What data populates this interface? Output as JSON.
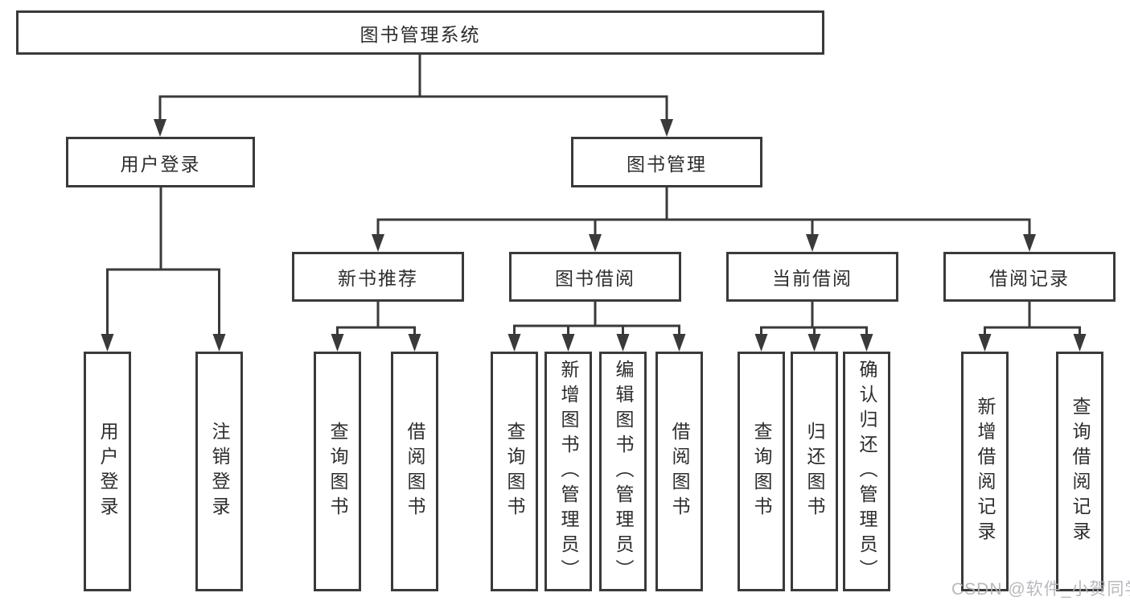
{
  "diagram": {
    "root": "图书管理系统",
    "user": {
      "label": "用户登录",
      "children": [
        "用户登录",
        "注销登录"
      ]
    },
    "book": {
      "label": "图书管理",
      "sections": [
        {
          "label": "新书推荐",
          "children": [
            "查询图书",
            "借阅图书"
          ]
        },
        {
          "label": "图书借阅",
          "children": [
            "查询图书",
            "新增图书（管理员）",
            "编辑图书（管理员）",
            "借阅图书"
          ]
        },
        {
          "label": "当前借阅",
          "children": [
            "查询图书",
            "归还图书",
            "确认归还（管理员）"
          ]
        },
        {
          "label": "借阅记录",
          "children": [
            "新增借阅记录",
            "查询借阅记录"
          ]
        }
      ]
    }
  },
  "watermark": "CSDN @软件_小贺同学",
  "colors": {
    "line": "#3a3a3a",
    "text": "#2d2d2d",
    "watermark": "#b2b2b8",
    "background": "#ffffff"
  }
}
